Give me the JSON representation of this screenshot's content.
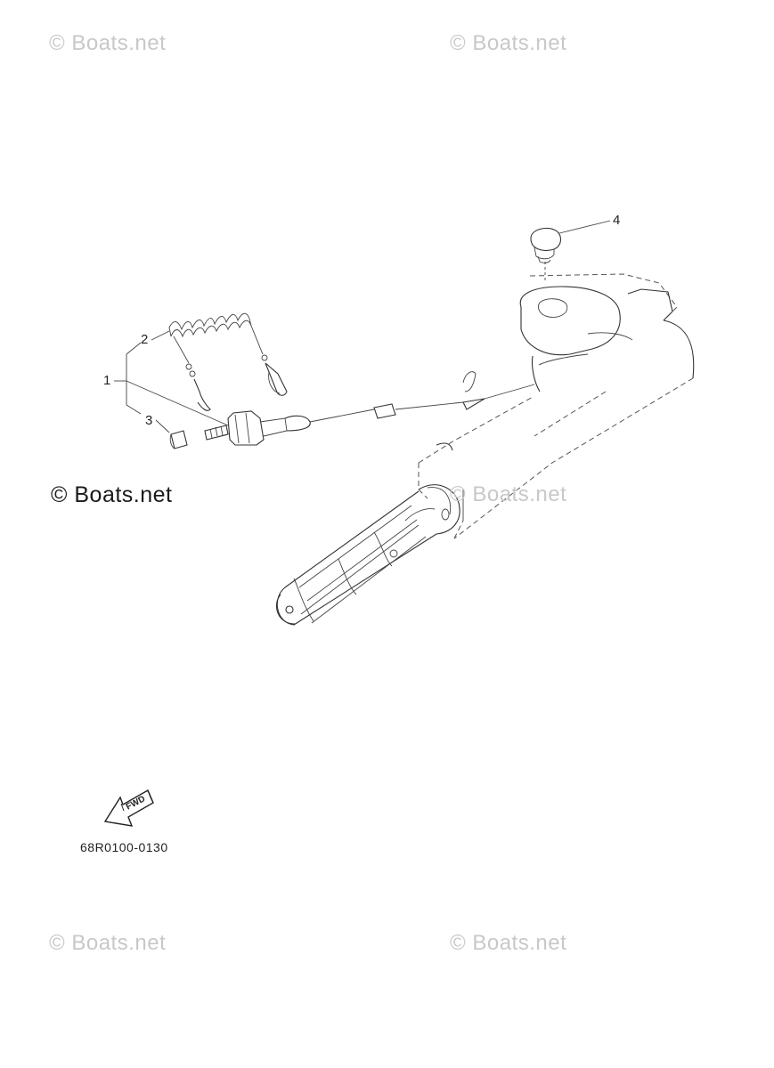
{
  "watermarks": {
    "top_left": "© Boats.net",
    "top_right": "© Boats.net",
    "middle_left": "© Boats.net",
    "middle_center": "© Boats.net",
    "bottom_left": "© Boats.net",
    "bottom_right": "© Boats.net"
  },
  "callouts": {
    "part_1": "1",
    "part_2": "2",
    "part_3": "3",
    "part_4": "4"
  },
  "fwd_arrow_label": "FWD",
  "diagram_code": "68R0100-0130"
}
